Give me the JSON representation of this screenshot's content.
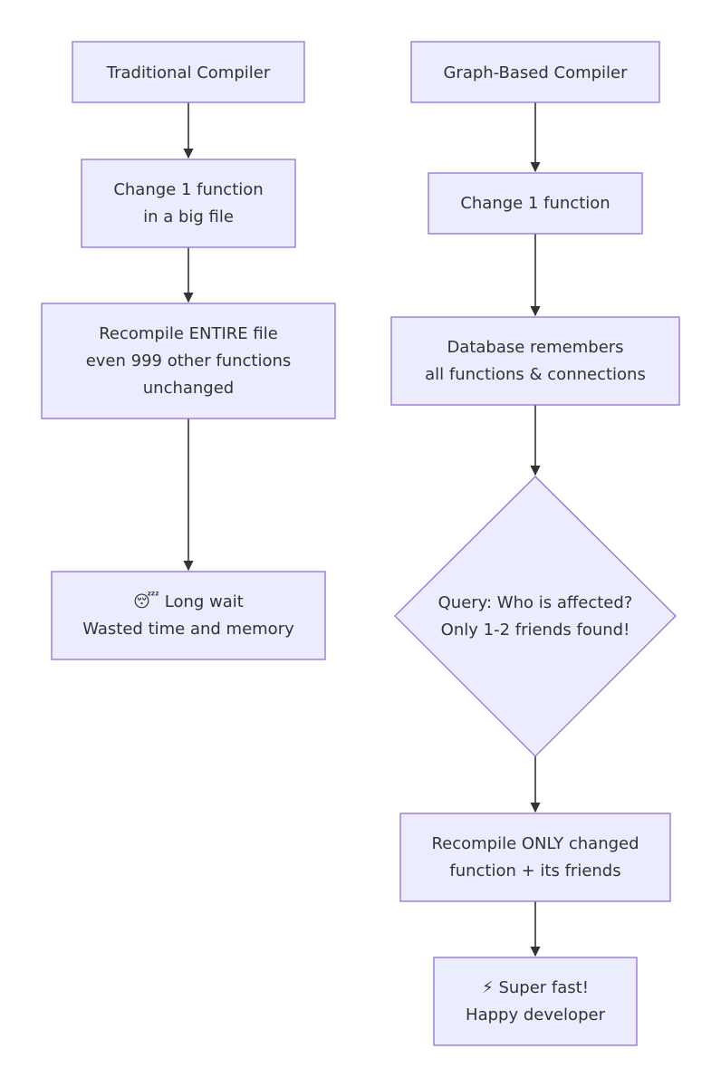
{
  "colors": {
    "node_fill": "#ECECFF",
    "node_stroke": "#9370DB",
    "edge": "#333333",
    "text": "#333333",
    "background": "#FFFFFF"
  },
  "left_flow": {
    "start": "Traditional Compiler",
    "change": [
      "Change 1 function",
      "in a big file"
    ],
    "recompile": [
      "Recompile ENTIRE file",
      "even 999 other functions",
      "unchanged"
    ],
    "result": [
      "😴 Long wait",
      "Wasted time and memory"
    ]
  },
  "right_flow": {
    "start": "Graph-Based Compiler",
    "change": [
      "Change 1 function"
    ],
    "database": [
      "Database remembers",
      "all functions & connections"
    ],
    "query": [
      "Query: Who is affected?",
      "Only 1-2 friends found!"
    ],
    "recompile": [
      "Recompile ONLY changed",
      "function + its friends"
    ],
    "result": [
      "⚡ Super fast!",
      "Happy developer"
    ]
  }
}
